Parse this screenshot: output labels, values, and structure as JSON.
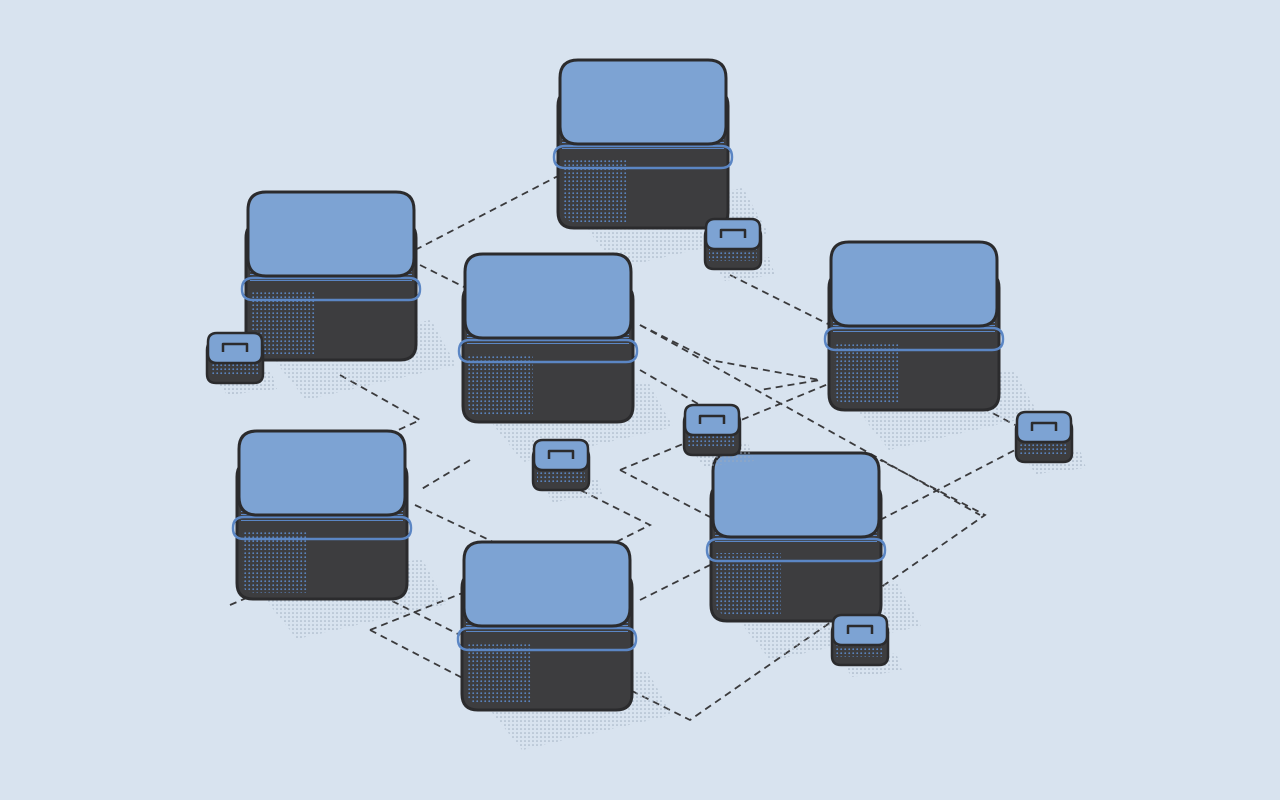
{
  "colors": {
    "background": "#d8e3ef",
    "block_top": "#7da3d3",
    "block_side": "#3d3d3f",
    "block_accent": "#5b86c4",
    "outline": "#2b2b2d",
    "connector": "#3a3a3c",
    "shadow_dots": "#9aa9bb"
  },
  "diagram": {
    "title": "",
    "nodes": [
      {
        "id": "block-top-center",
        "kind": "block"
      },
      {
        "id": "block-left-upper",
        "kind": "block"
      },
      {
        "id": "block-center",
        "kind": "block"
      },
      {
        "id": "block-right",
        "kind": "block"
      },
      {
        "id": "block-left-lower",
        "kind": "block"
      },
      {
        "id": "block-bottom-center",
        "kind": "block"
      },
      {
        "id": "block-bottom-right",
        "kind": "block"
      },
      {
        "id": "connector-chip-1",
        "kind": "chip"
      },
      {
        "id": "connector-chip-2",
        "kind": "chip"
      },
      {
        "id": "connector-chip-3",
        "kind": "chip"
      },
      {
        "id": "connector-chip-4",
        "kind": "chip"
      },
      {
        "id": "connector-chip-5",
        "kind": "chip"
      },
      {
        "id": "connector-chip-6",
        "kind": "chip"
      }
    ],
    "connections": [
      {
        "from": "block-top-center",
        "to": "block-left-upper"
      },
      {
        "from": "block-top-center",
        "to": "connector-chip-2"
      },
      {
        "from": "connector-chip-2",
        "to": "block-right"
      },
      {
        "from": "block-left-upper",
        "to": "block-center"
      },
      {
        "from": "block-left-upper",
        "to": "block-left-lower"
      },
      {
        "from": "block-center",
        "to": "block-right"
      },
      {
        "from": "block-center",
        "to": "connector-chip-3"
      },
      {
        "from": "block-center",
        "to": "block-left-lower"
      },
      {
        "from": "block-right",
        "to": "connector-chip-6"
      },
      {
        "from": "connector-chip-4",
        "to": "block-bottom-center"
      },
      {
        "from": "block-left-lower",
        "to": "block-bottom-center"
      },
      {
        "from": "block-bottom-center",
        "to": "block-bottom-right"
      },
      {
        "from": "block-bottom-right",
        "to": "connector-chip-6"
      },
      {
        "from": "block-bottom-right",
        "to": "connector-chip-5"
      }
    ]
  }
}
